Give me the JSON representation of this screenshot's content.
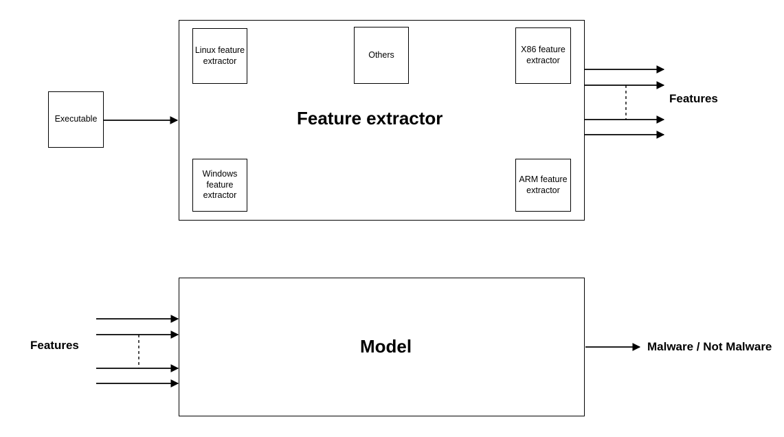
{
  "diagram": {
    "title_top": "Feature extractor",
    "title_bottom": "Model",
    "input_label": "Executable",
    "features_label_top": "Features",
    "features_label_bottom": "Features",
    "output_label": "Malware / Not Malware",
    "extractors": [
      {
        "name": "linux",
        "label": "Linux feature extractor"
      },
      {
        "name": "others",
        "label": "Others"
      },
      {
        "name": "x86",
        "label": "X86 feature extractor"
      },
      {
        "name": "windows",
        "label": "Windows feature extractor"
      },
      {
        "name": "arm",
        "label": "ARM feature extractor"
      }
    ],
    "colors": {
      "stroke": "#000000",
      "background": "#ffffff",
      "text": "#000000"
    },
    "arrow_counts": {
      "feature_extractor_outputs": 4,
      "model_inputs": 4,
      "model_outputs": 1,
      "executable_inputs": 1
    }
  }
}
